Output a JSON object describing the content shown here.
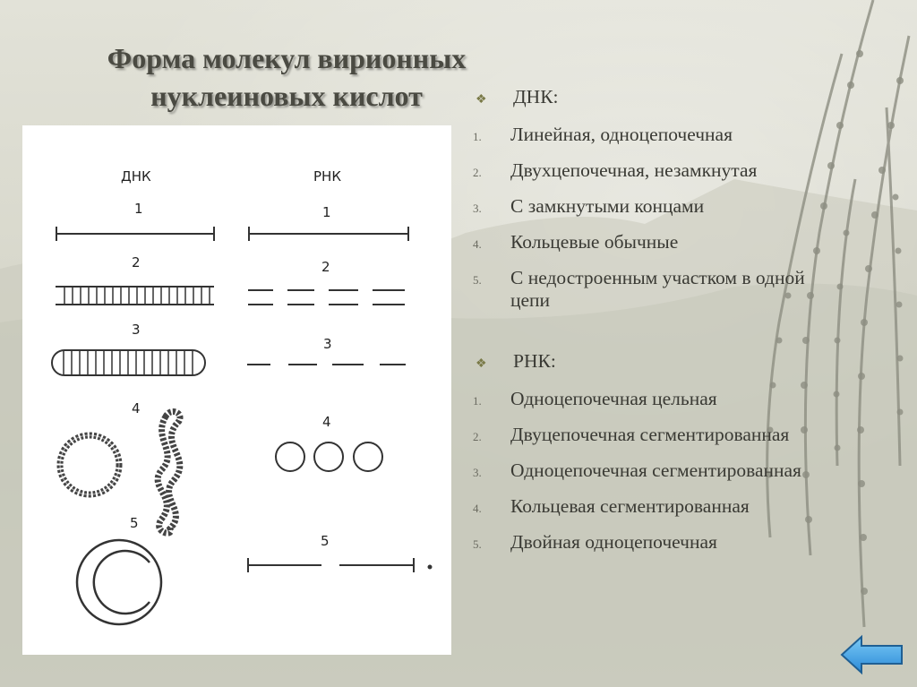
{
  "slide": {
    "title_line1": "Форма молекул вирионных",
    "title_line2": "нуклеиновых кислот"
  },
  "figure": {
    "dna_header": "ДНК",
    "rna_header": "РНК",
    "dna_numbers": [
      "1",
      "2",
      "3",
      "4",
      "5"
    ],
    "rna_numbers": [
      "1",
      "2",
      "3",
      "4",
      "5"
    ]
  },
  "dna": {
    "heading": "ДНК:",
    "items": [
      {
        "num": "1.",
        "text": "Линейная, одноцепочечная"
      },
      {
        "num": "2.",
        "text": "Двухцепочечная, незамкнутая"
      },
      {
        "num": "3.",
        "text": "С замкнутыми концами"
      },
      {
        "num": "4.",
        "text": "Кольцевые обычные"
      },
      {
        "num": "5.",
        "text": "С недостроенным участком в одной цепи"
      }
    ]
  },
  "rna": {
    "heading": "РНК:",
    "items": [
      {
        "num": "1.",
        "text": "Одноцепочечная цельная"
      },
      {
        "num": "2.",
        "text": "Двуцепочечная сегментированная"
      },
      {
        "num": "3.",
        "text": "Одноцепочечная сегментированная"
      },
      {
        "num": "4.",
        "text": "Кольцевая сегментированная"
      },
      {
        "num": "5.",
        "text": "Двойная одноцепочечная"
      }
    ]
  },
  "colors": {
    "accent_button": "#3aa0e8",
    "title": "#4a4a42",
    "bullet": "#7a7a48"
  },
  "icons": {
    "nav_back": "arrow-left-icon",
    "bullet": "diamond-bullet-icon",
    "decoration": "willow-branch-icon"
  }
}
